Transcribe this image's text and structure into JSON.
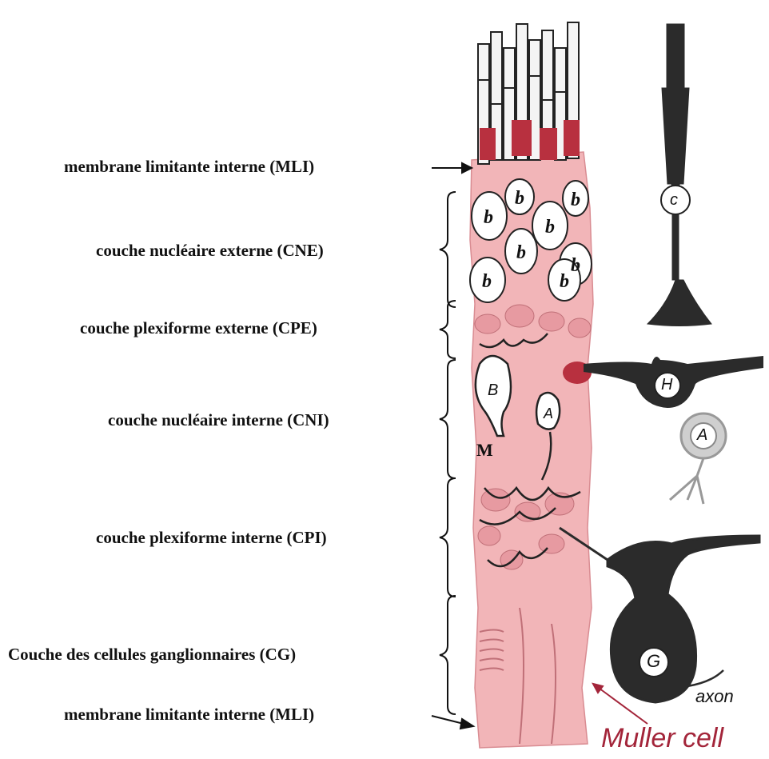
{
  "layers": [
    {
      "id": "mli_top",
      "label": "membrane limitante interne (MLI)"
    },
    {
      "id": "cne",
      "label": "couche nucléaire externe (CNE)"
    },
    {
      "id": "cpe",
      "label": "couche plexiforme externe (CPE)"
    },
    {
      "id": "cni",
      "label": "couche nucléaire interne (CNI)"
    },
    {
      "id": "cpi",
      "label": "couche plexiforme interne (CPI)"
    },
    {
      "id": "cg",
      "label": "Couche des cellules ganglionnaires (CG)"
    },
    {
      "id": "mli_bottom",
      "label": "membrane limitante interne (MLI)"
    }
  ],
  "cell_labels": {
    "rod_nucleus": "b",
    "cone": "c",
    "horizontal": "H",
    "bipolar": "B",
    "amacrine": "A",
    "muller_mark": "M",
    "ganglion": "G"
  },
  "axon_label": "axon",
  "muller_label": "Muller cell",
  "colors": {
    "muller_pink": "#f2b5b8",
    "accent_red": "#b8303f",
    "neuron_dark": "#2b2b2b",
    "label_red": "#a3253a"
  }
}
